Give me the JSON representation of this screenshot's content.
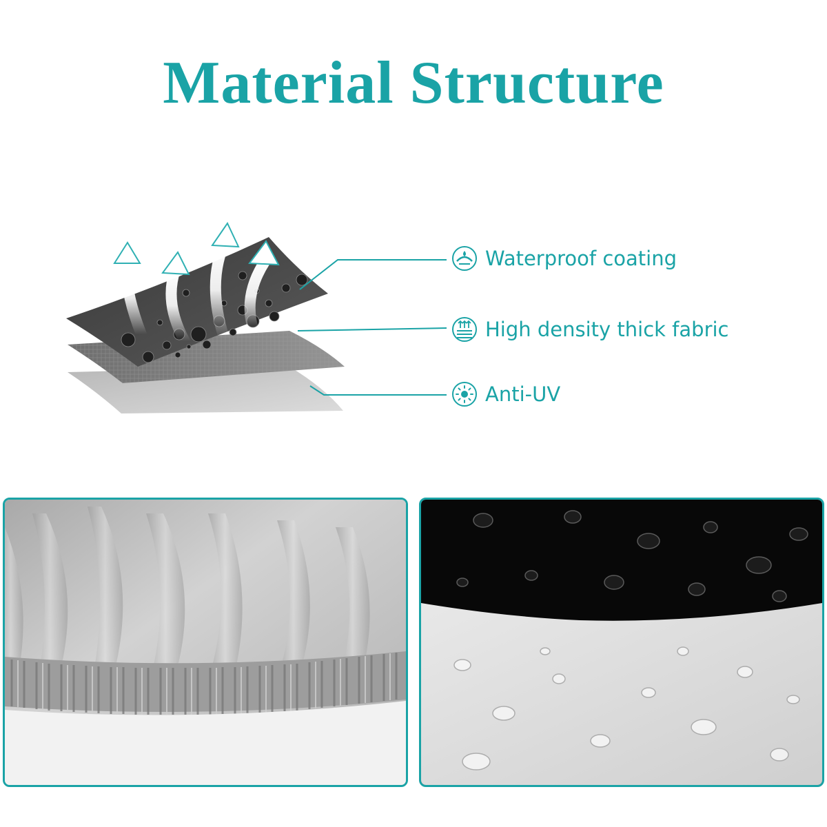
{
  "title": "Material Structure",
  "features": [
    {
      "label": "Waterproof coating",
      "icon": "waterproof-drop-icon"
    },
    {
      "label": "High density thick fabric",
      "icon": "fabric-layers-icon"
    },
    {
      "label": "Anti-UV",
      "icon": "sun-icon"
    }
  ],
  "colors": {
    "accent": "#1aa3a6",
    "coating": "#4a4a4a",
    "fabric": "#7d7d7d",
    "silver": "#c8c8c8"
  }
}
